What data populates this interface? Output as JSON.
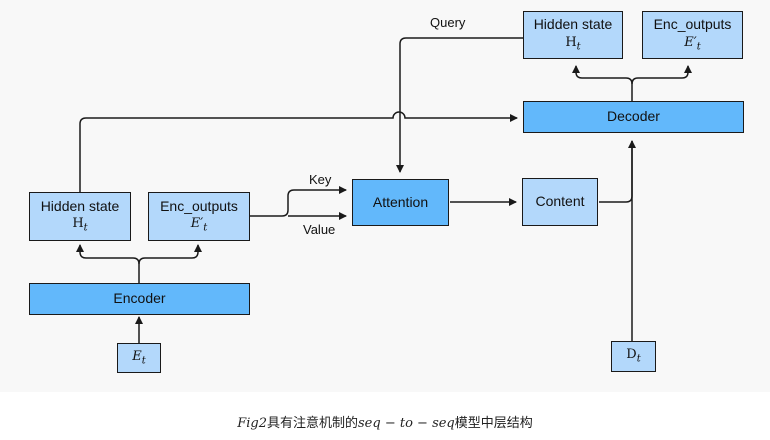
{
  "nodes": {
    "encoder": {
      "label": "Encoder"
    },
    "enc_hidden": {
      "label": "Hidden state",
      "sub": "H",
      "sub_index": "t"
    },
    "enc_outputs": {
      "label": "Enc_outputs",
      "sub": "E′",
      "sub_index": "t"
    },
    "enc_input": {
      "sub": "E",
      "sub_index": "t"
    },
    "attention": {
      "label": "Attention"
    },
    "content": {
      "label": "Content"
    },
    "decoder": {
      "label": "Decoder"
    },
    "dec_hidden": {
      "label": "Hidden state",
      "sub": "H",
      "sub_index": "t"
    },
    "dec_outputs": {
      "label": "Enc_outputs",
      "sub": "E′",
      "sub_index": "t"
    },
    "dec_input": {
      "sub": "D",
      "sub_index": "t"
    }
  },
  "edge_labels": {
    "query": "Query",
    "key": "Key",
    "value": "Value"
  },
  "caption": {
    "fig": "Fig2",
    "text_cn_1": "具有注意机制的",
    "math": "seq − to − seq",
    "text_cn_2": "模型中层结构"
  }
}
